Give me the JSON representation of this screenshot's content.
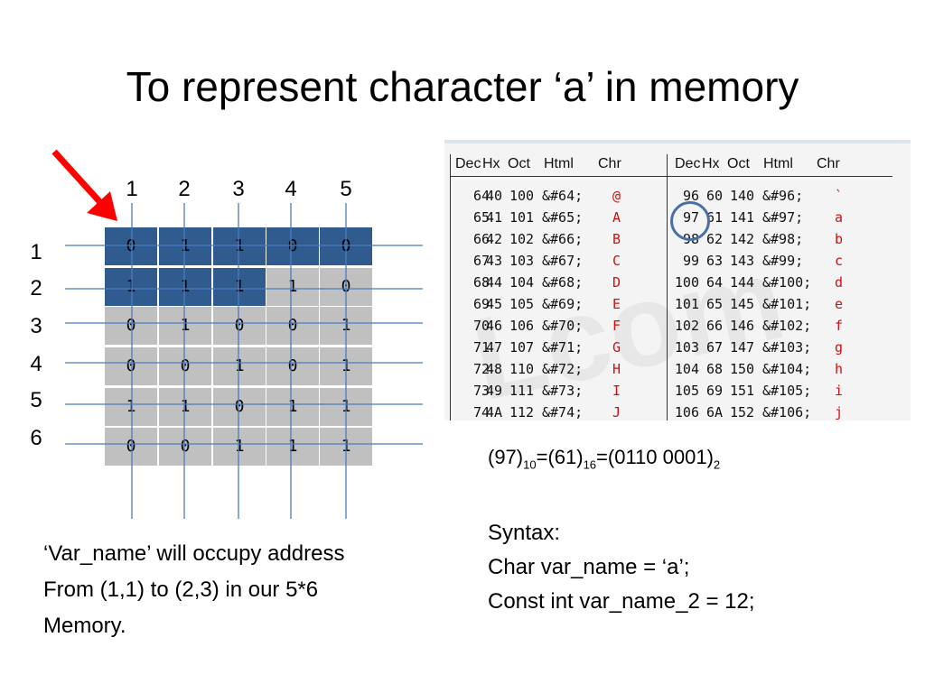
{
  "title": "To represent character ‘a’ in memory",
  "grid": {
    "column_numbers": [
      "1",
      "2",
      "3",
      "4",
      "5"
    ],
    "row_numbers": [
      "1",
      "2",
      "3",
      "4",
      "5",
      "6"
    ],
    "rows": [
      [
        "0",
        "1",
        "1",
        "0",
        "0"
      ],
      [
        "1",
        "1",
        "1",
        "1",
        "0"
      ],
      [
        "0",
        "1",
        "0",
        "0",
        "1"
      ],
      [
        "0",
        "0",
        "1",
        "0",
        "1"
      ],
      [
        "1",
        "1",
        "0",
        "1",
        "1"
      ],
      [
        "0",
        "0",
        "1",
        "1",
        "1"
      ]
    ],
    "highlighted_cells": [
      [
        0,
        0
      ],
      [
        0,
        1
      ],
      [
        0,
        2
      ],
      [
        0,
        3
      ],
      [
        0,
        4
      ],
      [
        1,
        0
      ],
      [
        1,
        1
      ],
      [
        1,
        2
      ]
    ],
    "highlight_color": "#2f5b8f",
    "cell_color": "#c0c0c0",
    "arrow_color": "#ff0000"
  },
  "ascii_table": {
    "headers": [
      "Dec",
      "Hx",
      "Oct",
      "Html",
      "Chr",
      "Dec",
      "Hx",
      "Oct",
      "Html",
      "Chr"
    ],
    "left": {
      "dec": [
        "64",
        "65",
        "66",
        "67",
        "68",
        "69",
        "70",
        "71",
        "72",
        "73",
        "74"
      ],
      "hx": [
        "40",
        "41",
        "42",
        "43",
        "44",
        "45",
        "46",
        "47",
        "48",
        "49",
        "4A"
      ],
      "oct": [
        "100",
        "101",
        "102",
        "103",
        "104",
        "105",
        "106",
        "107",
        "110",
        "111",
        "112"
      ],
      "html": [
        "&#64;",
        "&#65;",
        "&#66;",
        "&#67;",
        "&#68;",
        "&#69;",
        "&#70;",
        "&#71;",
        "&#72;",
        "&#73;",
        "&#74;"
      ],
      "chr": [
        "@",
        "A",
        "B",
        "C",
        "D",
        "E",
        "F",
        "G",
        "H",
        "I",
        "J"
      ]
    },
    "right": {
      "dec": [
        "96",
        "97",
        "98",
        "99",
        "100",
        "101",
        "102",
        "103",
        "104",
        "105",
        "106"
      ],
      "hx": [
        "60",
        "61",
        "62",
        "63",
        "64",
        "65",
        "66",
        "67",
        "68",
        "69",
        "6A"
      ],
      "oct": [
        "140",
        "141",
        "142",
        "143",
        "144",
        "145",
        "146",
        "147",
        "150",
        "151",
        "152"
      ],
      "html": [
        "&#96;",
        "&#97;",
        "&#98;",
        "&#99;",
        "&#100;",
        "&#101;",
        "&#102;",
        "&#103;",
        "&#104;",
        "&#105;",
        "&#106;"
      ],
      "chr": [
        "`",
        "a",
        "b",
        "c",
        "d",
        "e",
        "f",
        "g",
        "h",
        "i",
        "j"
      ]
    },
    "circled_value": "97",
    "circle_color": "#4a6fa5",
    "char_color": "#d01010"
  },
  "conversion": {
    "a": "(97)",
    "a_sub": "10",
    "b": "=(61)",
    "b_sub": "16",
    "c": "=(0110 0001)",
    "c_sub": "2"
  },
  "syntax": {
    "heading": "Syntax:",
    "line1": "Char var_name = ‘a’;",
    "line2": "Const int var_name_2 = 12;"
  },
  "note": {
    "line1": "‘Var_name’ will occupy address",
    "line2": "From (1,1) to (2,3) in our 5*6",
    "line3": "Memory."
  }
}
